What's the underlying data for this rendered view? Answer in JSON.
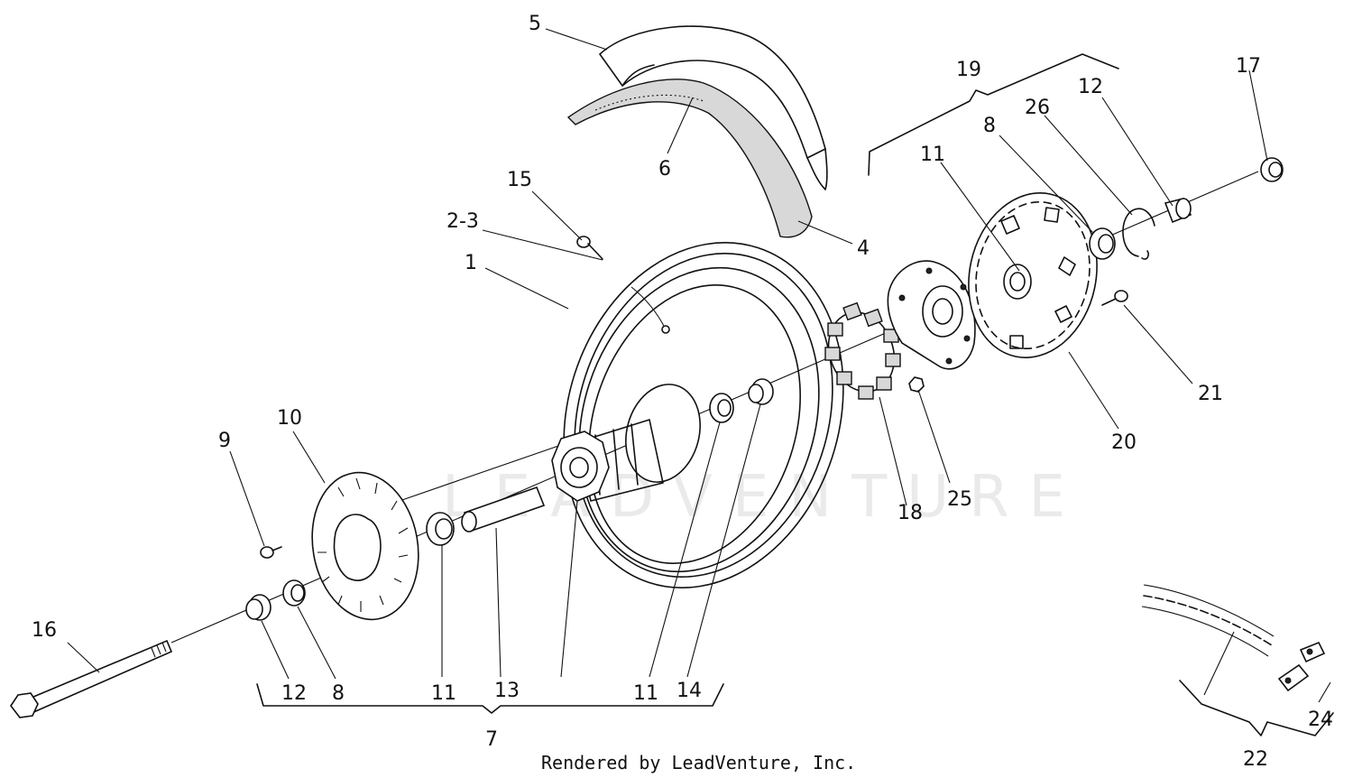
{
  "callouts": {
    "c1": "1",
    "c2_3": "2-3",
    "c4": "4",
    "c5": "5",
    "c6": "6",
    "c7": "7",
    "c8_left": "8",
    "c8_right": "8",
    "c9": "9",
    "c10": "10",
    "c11_left": "11",
    "c11_mid": "11",
    "c11_right": "11",
    "c12_left": "12",
    "c12_right": "12",
    "c13": "13",
    "c14": "14",
    "c15": "15",
    "c16": "16",
    "c17": "17",
    "c18": "18",
    "c19": "19",
    "c20": "20",
    "c21": "21",
    "c22": "22",
    "c24": "24",
    "c25": "25",
    "c26": "26"
  },
  "watermark": "LEADVENTURE",
  "credit": "Rendered by LeadVenture, Inc."
}
